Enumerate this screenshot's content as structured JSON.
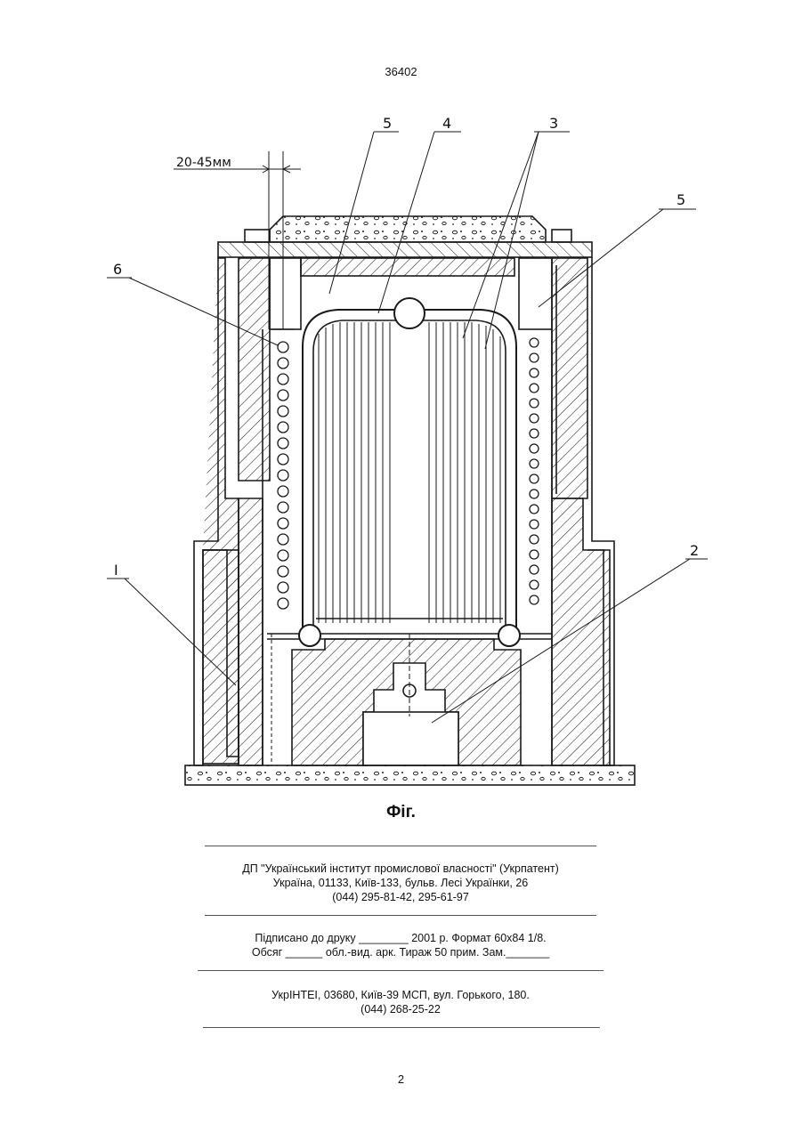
{
  "page_header": "36402",
  "figure": {
    "dimension_label": "20-45мм",
    "callouts": [
      "5",
      "4",
      "3",
      "5",
      "6",
      "I",
      "2"
    ],
    "caption": "Фіг."
  },
  "publisher": {
    "line1": "ДП \"Український інститут промислової власності\" (Укрпатент)",
    "line2": "Україна, 01133, Київ-133, бульв. Лесі Українки, 26",
    "line3": "(044) 295-81-42, 295-61-97"
  },
  "print_info": {
    "line1": "Підписано до друку ________ 2001 р.    Формат 60х84 1/8.",
    "line2": "Обсяг ______ обл.-вид. арк.   Тираж 50 прим.    Зам._______"
  },
  "printer": {
    "line1": "УкрІНТЕІ, 03680, Київ-39 МСП, вул. Горького, 180.",
    "line2": "(044) 268-25-22"
  },
  "page_number": "2"
}
